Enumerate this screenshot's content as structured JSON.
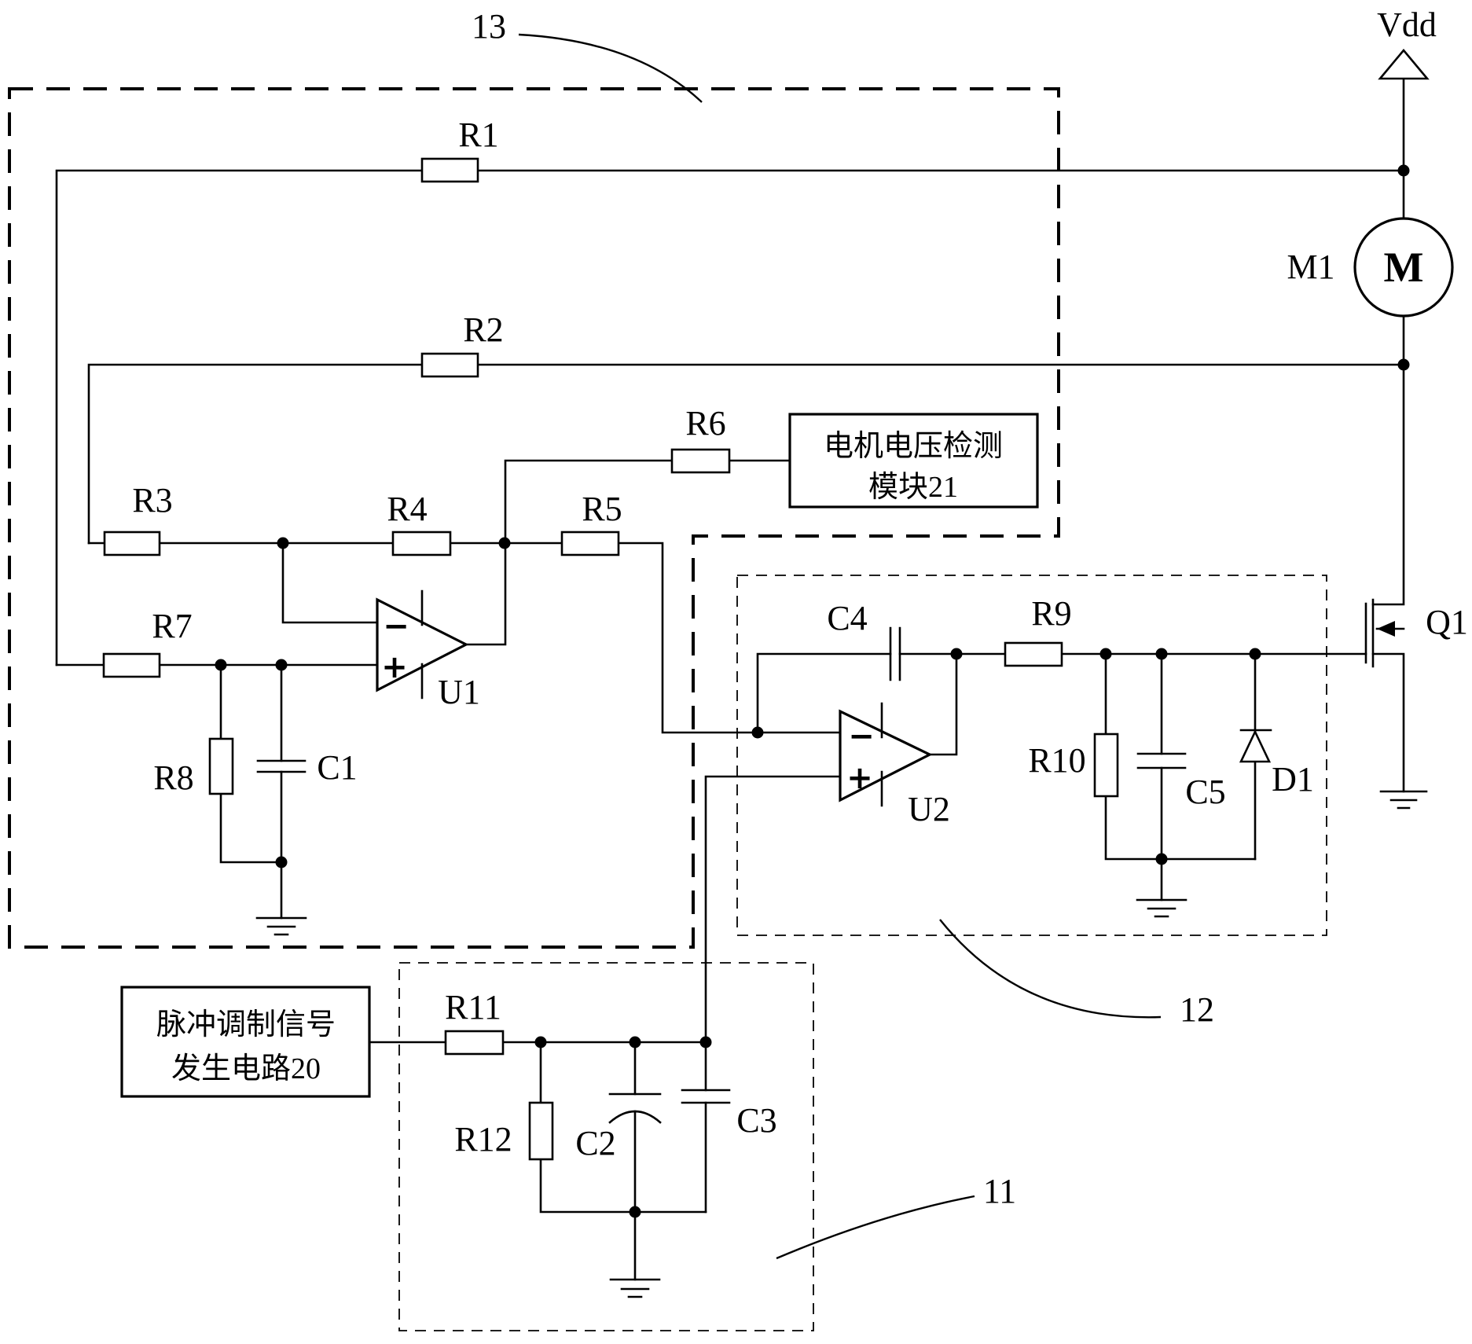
{
  "diagram": {
    "power": {
      "vdd": "Vdd"
    },
    "motor": {
      "ref": "M1",
      "symbol": "M"
    },
    "transistor": {
      "q1": "Q1"
    },
    "diode": {
      "d1": "D1"
    },
    "opamps": {
      "u1": "U1",
      "u2": "U2",
      "minus": "−",
      "plus": "+"
    },
    "resistors": {
      "r1": "R1",
      "r2": "R2",
      "r3": "R3",
      "r4": "R4",
      "r5": "R5",
      "r6": "R6",
      "r7": "R7",
      "r8": "R8",
      "r9": "R9",
      "r10": "R10",
      "r11": "R11",
      "r12": "R12"
    },
    "capacitors": {
      "c1": "C1",
      "c2": "C2",
      "c3": "C3",
      "c4": "C4",
      "c5": "C5"
    },
    "regions": {
      "box13": "13",
      "box12": "12",
      "box11": "11"
    },
    "modules": {
      "motor_voltage_detection": {
        "line1": "电机电压检测",
        "line2": "模块21"
      },
      "pulse_signal_generator": {
        "line1": "脉冲调制信号",
        "line2": "发生电路20"
      }
    }
  }
}
